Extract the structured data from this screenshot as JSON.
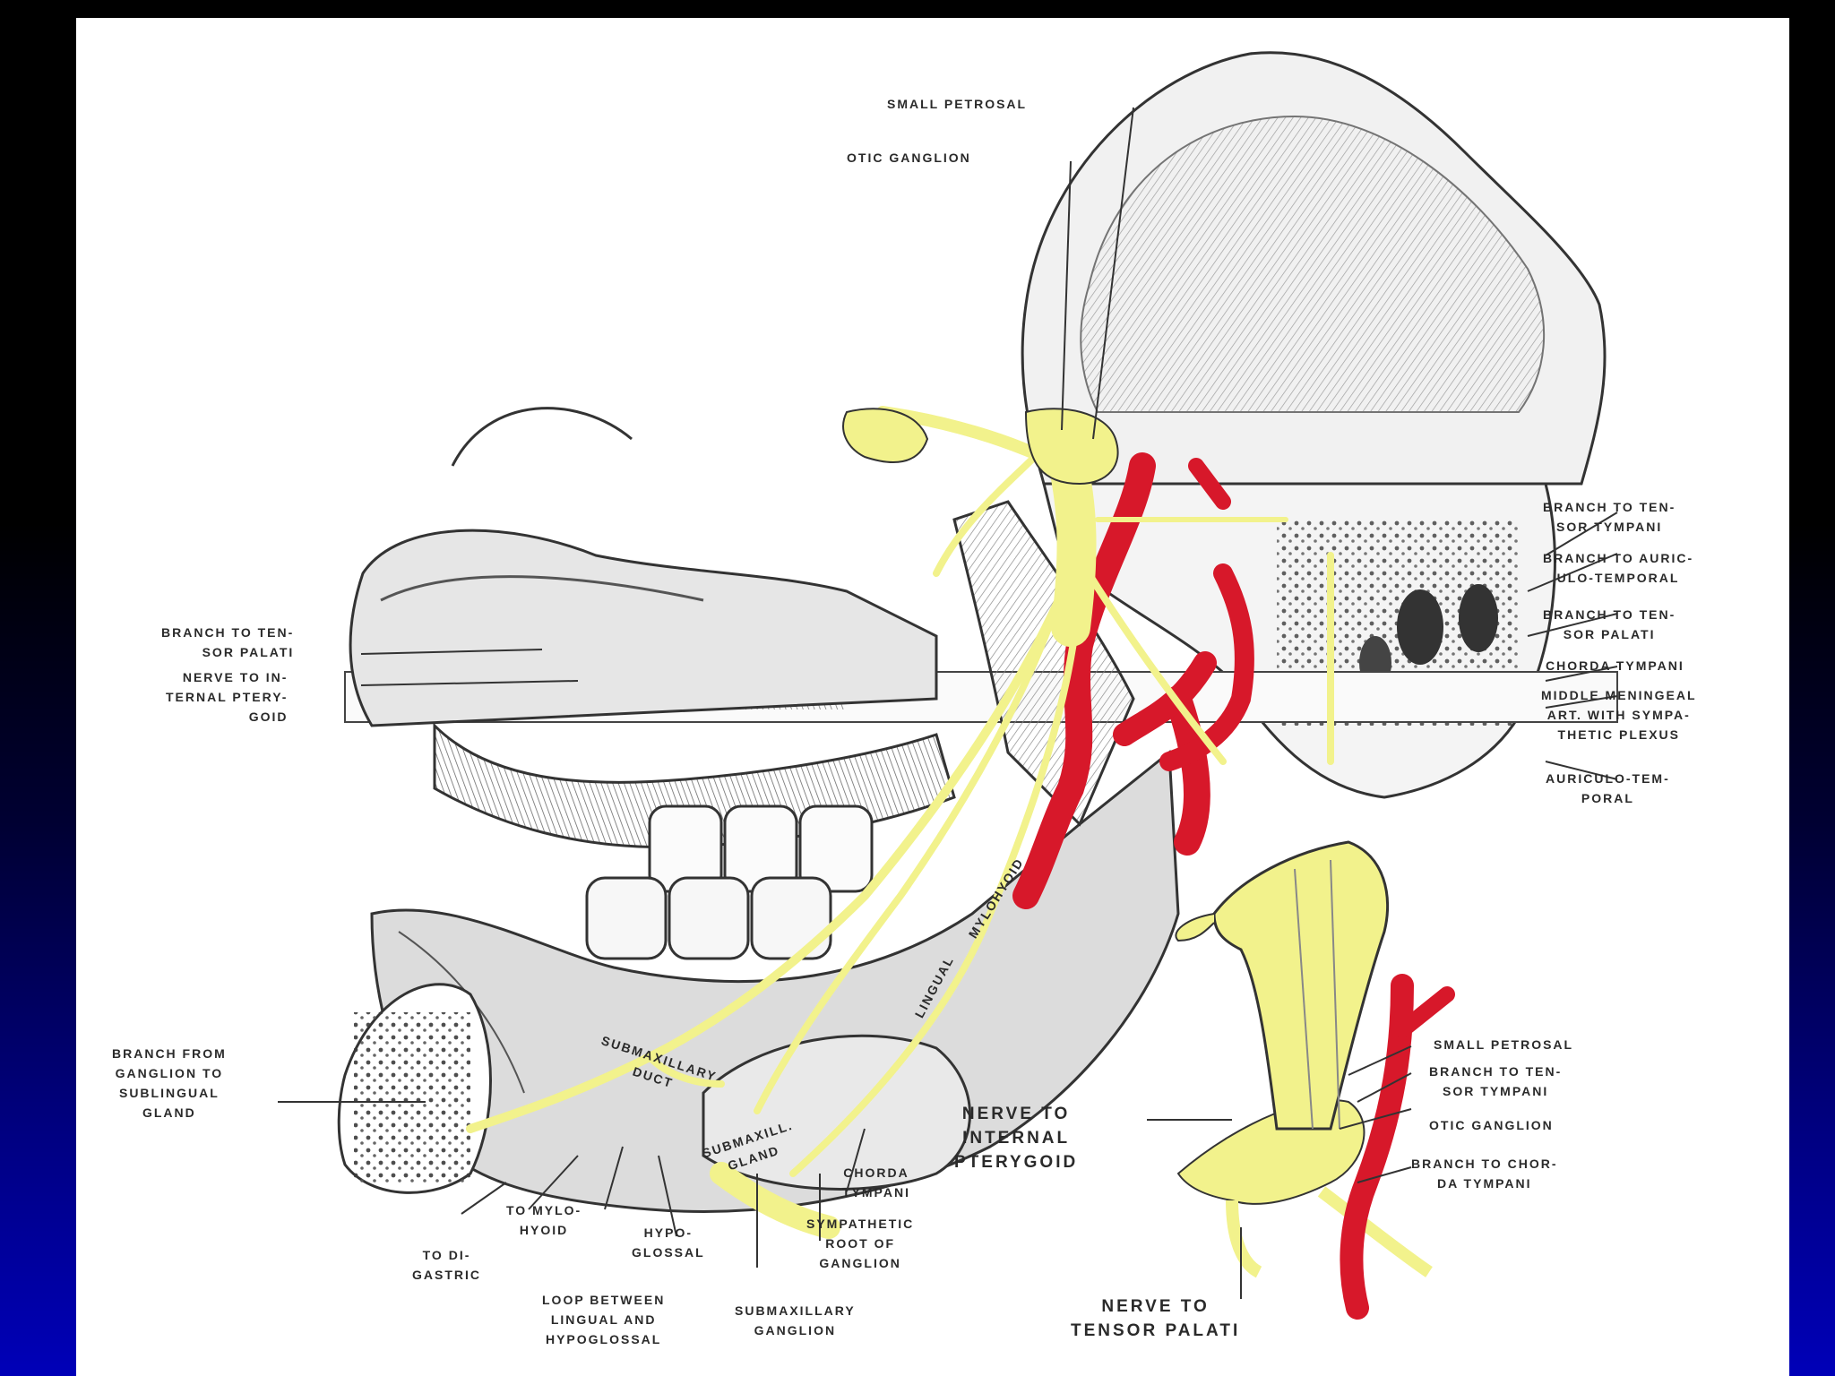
{
  "labels": {
    "small_petrosal_top": "SMALL PETROSAL",
    "otic_ganglion_top": "OTIC GANGLION",
    "branch_tensor_palati_left": "BRANCH TO TEN-\nSOR PALATI",
    "nerve_internal_pterygoid_left": "NERVE TO IN-\nTERNAL PTERY-\nGOID",
    "branch_tensor_tympani_right": "BRANCH TO TEN-\nSOR TYMPANI",
    "branch_auriculotemporal_right": "BRANCH TO AURIC-\nULO-TEMPORAL",
    "branch_tensor_palati_right": "BRANCH TO TEN-\nSOR PALATI",
    "chorda_tympani_right": "CHORDA TYMPANI",
    "middle_meningeal": "MIDDLE MENINGEAL\nART. WITH SYMPA-\nTHETIC PLEXUS",
    "auriculotemporal": "AURICULO-TEM-\nPORAL",
    "branch_ganglion_sublingual": "BRANCH FROM\nGANGLION TO\nSUBLINGUAL\nGLAND",
    "to_digastric": "TO DI-\nGASTRIC",
    "to_mylohyoid": "TO MYLO-\nHYOID",
    "hypoglossal": "HYPO-\nGLOSSAL",
    "loop_lingual_hypoglossal": "LOOP BETWEEN\nLINGUAL AND\nHYPOGLOSSAL",
    "submaxillary_ganglion": "SUBMAXILLARY\nGANGLION",
    "sympathetic_root": "SYMPATHETIC\nROOT OF\nGANGLION",
    "chorda_tympani_lower": "CHORDA\nTYMPANI",
    "nerve_internal_pterygoid_inset": "NERVE TO\nINTERNAL\nPTERYGOID",
    "nerve_tensor_palati_inset": "NERVE TO\nTENSOR PALATI",
    "small_petrosal_inset": "SMALL PETROSAL",
    "branch_tensor_tympani_inset": "BRANCH TO TEN-\nSOR TYMPANI",
    "otic_ganglion_inset": "OTIC GANGLION",
    "branch_chorda_inset": "BRANCH TO CHOR-\nDA TYMPANI",
    "lingual": "LINGUAL",
    "submaxillary_duct": "SUBMAXILLARY\nDUCT",
    "mylohyoid": "MYLOHYOID",
    "submaxillary_gland": "SUBMAXILL.\nGLAND"
  },
  "colors": {
    "nerve": "#f2f28c",
    "artery": "#d7182a",
    "ink": "#2a2a2a"
  }
}
